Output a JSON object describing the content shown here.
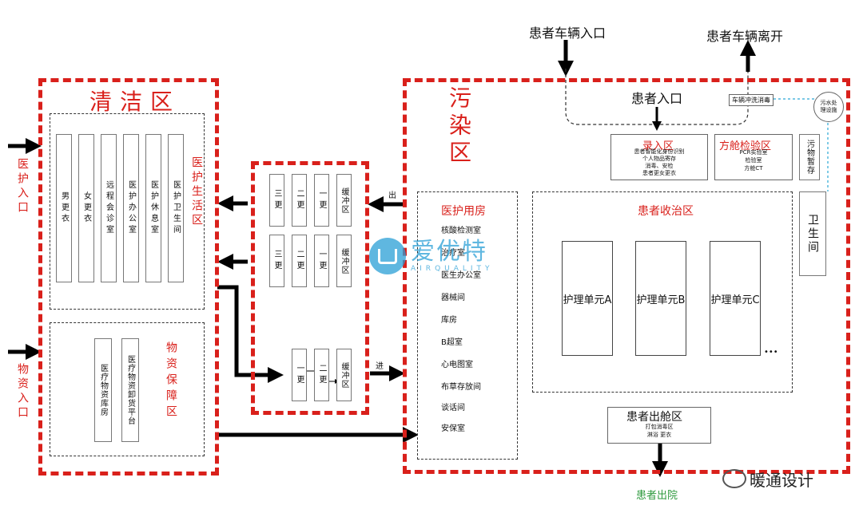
{
  "top": {
    "vehicle_in": "患者车辆入口",
    "vehicle_out": "患者车辆离开",
    "patient_in": "患者入口",
    "vehicle_wash": "车辆冲洗消毒",
    "sewage": "污水处理设施"
  },
  "clean": {
    "title": "清洁区",
    "staff_entry": "医护入口",
    "supply_entry": "物资入口",
    "staff_area_title": "医护生活区",
    "staff_rooms": [
      "男更衣",
      "女更衣",
      "远程会诊室",
      "医护办公室",
      "医护休息室",
      "医护卫生间"
    ],
    "supply_area_title": "物资保障区",
    "supply_rooms": [
      "医疗物资库房",
      "医疗物资卸货平台"
    ]
  },
  "buffer": {
    "out_label": "出",
    "in_label": "进",
    "row1": [
      "三更",
      "二更",
      "一更",
      "缓冲区"
    ],
    "row2": [
      "三更",
      "二更",
      "一更",
      "缓冲区"
    ],
    "row3": [
      "一更",
      "二更",
      "缓冲区"
    ]
  },
  "contaminated": {
    "title": "污染区",
    "medical_title": "医护用房",
    "medical_rooms": [
      "核酸检测室",
      "治疗室",
      "医生办公室",
      "器械间",
      "库房",
      "B超室",
      "心电图室",
      "布草存放间",
      "谈话间",
      "安保室"
    ],
    "intake_title": "录入区",
    "intake_lines": [
      "患者智能化身份识别",
      "个人物品寄存",
      "消毒、安检",
      "患者更女更衣"
    ],
    "lab_title": "方舱检验区",
    "lab_lines": [
      "PCR实验室",
      "检验室",
      "方舱CT"
    ],
    "waste": "污物暂存",
    "toilet": "卫生间",
    "ward_title": "患者收治区",
    "units": [
      "护理单元A",
      "护理单元B",
      "护理单元C"
    ],
    "ellipsis": "•••",
    "discharge_title": "患者出舱区",
    "discharge_lines": [
      "打包消毒区",
      "淋浴 更衣"
    ],
    "discharge_exit": "患者出院"
  },
  "watermark": {
    "name": "爱优特",
    "sub": "AIRQUALITY"
  },
  "brand": "暖通设计",
  "colors": {
    "zone": "#d9201b",
    "exit_green": "#2e9a3e",
    "water_blue": "#2aa8d6"
  }
}
